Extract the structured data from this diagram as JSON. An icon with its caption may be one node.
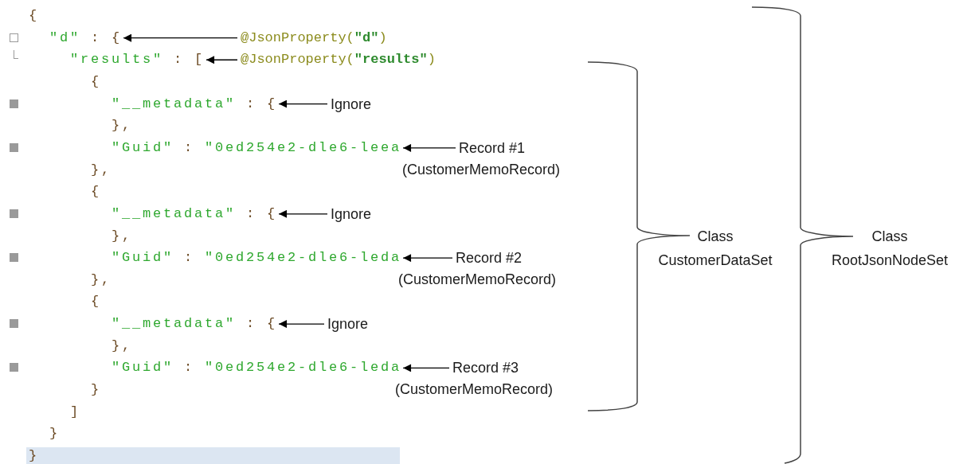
{
  "diagram": {
    "nodes": [
      {
        "text": [
          "\"d\" : {"
        ]
      },
      {
        "text": [
          "@JsonProperty(**\"d\"**)"
        ]
      },
      {
        "text": [
          "\"results\" : ["
        ]
      },
      {
        "text": [
          "@JsonProperty(**\"results\"**)"
        ]
      },
      {
        "text": [
          "\"__metadata\" : {"
        ]
      },
      {
        "text": [
          "Ignore"
        ]
      },
      {
        "text": [
          "\"Guid\" : \"0ed254e2-dle6-leea"
        ]
      },
      {
        "text": [
          "Record #1"
        ],
        "beside": [
          "(CustomerMemoRecord)"
        ]
      },
      {
        "text": [
          "\"__metadata\" : {"
        ]
      },
      {
        "text": [
          "Ignore"
        ]
      },
      {
        "text": [
          "\"Guid\" : \"0ed254e2-dle6-leda"
        ]
      },
      {
        "text": [
          "Record #2"
        ],
        "beside": [
          "(CustomerMemoRecord)"
        ]
      },
      {
        "text": [
          "\"__metadata\" : {"
        ]
      },
      {
        "text": [
          "Ignore"
        ]
      },
      {
        "text": [
          "\"Guid\" : \"0ed254e2-dle6-leda"
        ]
      },
      {
        "text": [
          "Record #3"
        ],
        "beside": [
          "(CustomerMemoRecord)"
        ]
      }
    ],
    "edges": [
      {
        "from": 1,
        "to": 0,
        "arrow": "to"
      },
      {
        "from": 3,
        "to": 2,
        "arrow": "to"
      },
      {
        "from": 5,
        "to": 4,
        "arrow": "to"
      },
      {
        "from": 7,
        "to": 6,
        "arrow": "to"
      },
      {
        "from": 9,
        "to": 8,
        "arrow": "to"
      },
      {
        "from": 11,
        "to": 10,
        "arrow": "to"
      },
      {
        "from": 13,
        "to": 12,
        "arrow": "to"
      },
      {
        "from": 15,
        "to": 14,
        "arrow": "to"
      }
    ],
    "labels": [
      "{",
      "{",
      "},",
      "},",
      "{",
      "},",
      "Class CustomerDataSet",
      "Class RootJsonNodeSet",
      "},",
      "{",
      "},",
      "}",
      "]",
      "}",
      "}"
    ]
  }
}
